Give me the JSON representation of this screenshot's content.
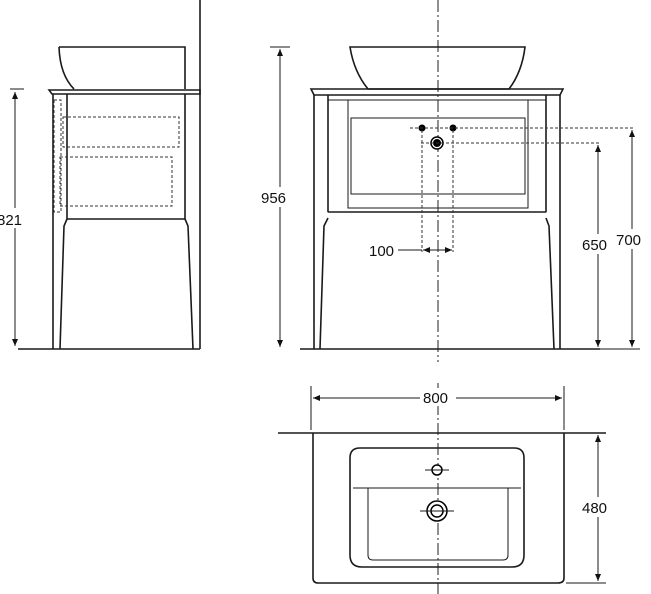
{
  "dimensions": {
    "side_height": "821",
    "front_total_height": "956",
    "tap_spacing": "100",
    "waste_height": "650",
    "tap_height": "700",
    "top_width": "800",
    "top_depth": "480"
  }
}
